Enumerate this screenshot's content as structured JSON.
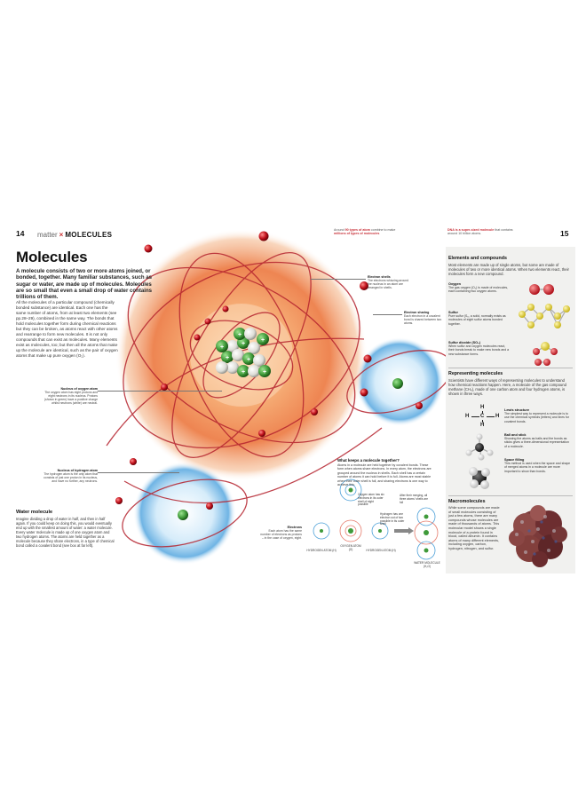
{
  "header": {
    "left_page_number": "14",
    "chapter": "matter",
    "section": "MOLECULES",
    "right_page_number": "15",
    "note_left_html_parts": {
      "prefix": "Around ",
      "highlight1": "90 types of atom",
      "mid": " combine to make ",
      "highlight2": "millions of types of molecules"
    },
    "note_right_parts": {
      "highlight": "DNA is a super-sized molecule",
      "rest": " that contains around 10 billion atoms."
    }
  },
  "article": {
    "title": "Molecules",
    "intro": "A molecule consists of two or more atoms joined, or bonded, together. Many familiar substances, such as sugar or water, are made up of molecules. Molecules are so small that even a small drop of water contains trillions of them.",
    "body": "All the molecules of a particular compound (chemically bonded substance) are identical. Each one has the same number of atoms, from at least two elements (see pp.28–29), combined in the same way. The bonds that hold molecules together form during chemical reactions but they can be broken, as atoms react with other atoms and rearrange to form new molecules. It is not only compounds that can exist as molecules. Many elements exist as molecules, too; but then all the atoms that make up the molecule are identical, such as the pair of oxygen atoms that make up pure oxygen (O₂)."
  },
  "labels": {
    "electron_shells": {
      "title": "Electron shells",
      "text": "The electrons whizzing around the nucleus in an atom are arranged in shells."
    },
    "electron_sharing": {
      "title": "Electron sharing",
      "text": "Each electron in a covalent bond is shared between two atoms."
    },
    "nucleus_oxygen": {
      "title": "Nucleus of oxygen atom",
      "text": "The oxygen atom has eight protons and eight neutrons in its nucleus. Protons (shown in green) have a positive charge whilst neutrons (white) are neutral."
    },
    "nucleus_hydrogen": {
      "title": "Nucleus of hydrogen atom",
      "text": "The hydrogen atom is the only atom that consists of just one proton in its nucleus, and have no further, any neutrons."
    },
    "electrons": {
      "title": "Electrons",
      "text": "Each atom has the same number of electrons as protons – in the case of oxygen, eight."
    }
  },
  "water_molecule": {
    "title": "Water molecule",
    "text": "Imagine dividing a drop of water in half, and then in half again. If you could keep on doing this, you would eventually end up with the smallest amount of water: a water molecule. Every water molecule is made up of one oxygen atom and two hydrogen atoms. The atoms are held together as a molecule because they share electrons, in a type of chemical bond called a covalent bond (see box at far left)."
  },
  "kept_together": {
    "title": "What keeps a molecule together?",
    "text": "Atoms in a molecule are held together by covalent bonds. These form when atoms share electrons. In every atom, the electrons are grouped around the nucleus in shells. Each shell has a certain number of atoms it can hold before it is full. Atoms are most stable when their outer shell is full, and sharing electrons is one way to achieve this.",
    "mini_labels": {
      "oxygen_shell": "Oxygen atom has six electrons in its outer shell of eight possible",
      "after_sharing": "After their merging, all three atoms' shells are full",
      "hydrogen_shell": "Hydrogen has one electron out of two possible in its outer shell",
      "oxygen_atom": "OXYGEN ATOM (O)",
      "hydrogen_atom_1": "HYDROGEN ATOM (H)",
      "hydrogen_atom_2": "HYDROGEN ATOM (H)",
      "water_molecule": "WATER MOLECULE (H₂O)"
    }
  },
  "sidebar": {
    "elements": {
      "title": "Elements and compounds",
      "text": "Most elements are made up of single atoms, but some are made of molecules of two or more identical atoms. When two elements react, their molecules form a new compound.",
      "items": [
        {
          "title": "Oxygen",
          "text": "The gas oxygen (O₂) is made of molecules, each containing two oxygen atoms."
        },
        {
          "title": "Sulfur",
          "text": "Pure sulfur (S₈, a solid, normally exists as molecules of eight sulfur atoms bonded together."
        },
        {
          "title": "Sulfur dioxide (SO₂)",
          "text": "When sulfur and oxygen molecules react, their bonds break to make new bonds and a new substance forms."
        }
      ]
    },
    "representing": {
      "title": "Representing molecules",
      "text": "Scientists have different ways of representing molecules to understand how chemical reactions happen. Here, a molecule of the gas compound methane (CH₄), made of one carbon atom and four hydrogen atoms, is shown in three ways.",
      "items": [
        {
          "title": "Lewis structure",
          "text": "The simplest way to represent a molecule is to use the chemical symbols (letters) and lines for covalent bonds."
        },
        {
          "title": "Ball and stick",
          "text": "Showing the atoms as balls and the bonds as sticks gives a three-dimensional representation of a molecule."
        },
        {
          "title": "Space filling",
          "text": "This method is used when the space and shape of merged atoms in a molecule are more important to show than bonds."
        }
      ],
      "lewis": {
        "h": "H",
        "c": "C"
      }
    },
    "macro": {
      "title": "Macromolecules",
      "text": "While some compounds are made of small molecules consisting of just a few atoms, there are many compounds whose molecules are made of thousands of atoms. This molecular model shows a single molecule of a protein found in blood, called albumin. It contains atoms of many different elements, including oxygen, carbon, hydrogen, nitrogen, and sulfur."
    }
  },
  "colors": {
    "accent_red": "#c8323a",
    "sidebar_bg": "#f1f1ef",
    "proton_green": "#3f9a3a",
    "shell_red": "#b5232e"
  }
}
